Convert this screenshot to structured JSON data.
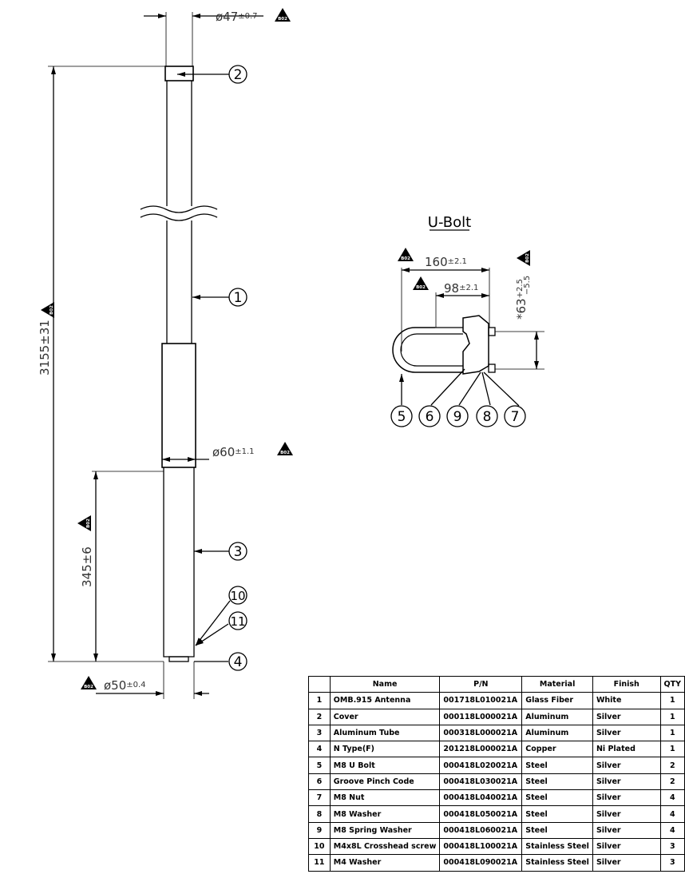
{
  "marks": {
    "triangle_label": "B02"
  },
  "antenna": {
    "dims": {
      "top_dia": "ø47",
      "top_tol": "±0.7",
      "total_len": "3155±31",
      "mid_dia": "ø60",
      "mid_tol": "±1.1",
      "lower_len": "345±6",
      "bottom_dia": "ø50",
      "bottom_tol": "±0.4"
    },
    "balloons": [
      "1",
      "2",
      "3",
      "4",
      "10",
      "11"
    ]
  },
  "ubolt": {
    "title": "U-Bolt",
    "dims": {
      "width": "160",
      "width_tol": "±2.1",
      "inner": "98",
      "inner_tol": "±2.1",
      "spacing": "*63",
      "spacing_tol_plus": "+2.5",
      "spacing_tol_minus": "−5.5"
    },
    "balloons": [
      "5",
      "6",
      "9",
      "8",
      "7"
    ]
  },
  "bom": {
    "headers": [
      "",
      "Name",
      "P/N",
      "Material",
      "Finish",
      "QTY"
    ],
    "rows": [
      [
        "1",
        "OMB.915 Antenna",
        "001718L010021A",
        "Glass Fiber",
        "White",
        "1"
      ],
      [
        "2",
        "Cover",
        "000118L000021A",
        "Aluminum",
        "Silver",
        "1"
      ],
      [
        "3",
        "Aluminum Tube",
        "000318L000021A",
        "Aluminum",
        "Silver",
        "1"
      ],
      [
        "4",
        "N Type(F)",
        "201218L000021A",
        "Copper",
        "Ni Plated",
        "1"
      ],
      [
        "5",
        "M8 U Bolt",
        "000418L020021A",
        "Steel",
        "Silver",
        "2"
      ],
      [
        "6",
        "Groove Pinch Code",
        "000418L030021A",
        "Steel",
        "Silver",
        "2"
      ],
      [
        "7",
        "M8 Nut",
        "000418L040021A",
        "Steel",
        "Silver",
        "4"
      ],
      [
        "8",
        "M8 Washer",
        "000418L050021A",
        "Steel",
        "Silver",
        "4"
      ],
      [
        "9",
        "M8 Spring Washer",
        "000418L060021A",
        "Steel",
        "Silver",
        "4"
      ],
      [
        "10",
        "M4x8L Crosshead screw",
        "000418L100021A",
        "Stainless Steel",
        "Silver",
        "3"
      ],
      [
        "11",
        "M4 Washer",
        "000418L090021A",
        "Stainless Steel",
        "Silver",
        "3"
      ]
    ]
  }
}
